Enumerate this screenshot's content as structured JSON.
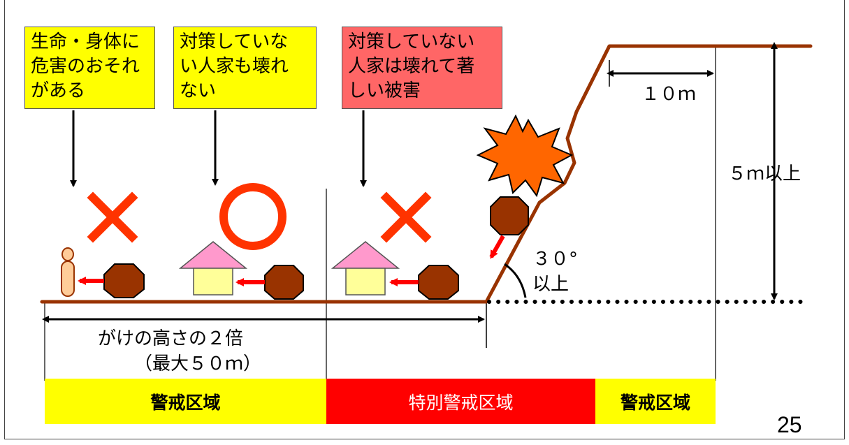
{
  "notes": {
    "person": "生命・身体に\n危害のおそれ\nがある",
    "house_ok": "対策していな\nい人家も壊れ\nない",
    "house_damaged": "対策していない\n人家は壊れて著\nしい被害"
  },
  "labels": {
    "width_10m": "１０ｍ",
    "height": "５ｍ以上",
    "angle": "３０°",
    "angle_suffix": "以上",
    "distance_line1": "がけの高さの２倍",
    "distance_line2": "（最大５０ｍ）"
  },
  "zones": {
    "warning_left": "警戒区域",
    "special": "特別警戒区域",
    "warning_right": "警戒区域"
  },
  "page_number": "25",
  "colors": {
    "ground": "#993300",
    "rock": "#993300",
    "cross": "#ff3300",
    "circle": "#ff3300",
    "house_roof": "#ff99cc",
    "house_body": "#ffff99",
    "zone_yellow": "#ffff00",
    "zone_red": "#ff0000",
    "burst": "#ff6600"
  },
  "icons": [
    "cross-icon",
    "circle-icon",
    "rock-icon",
    "house-icon",
    "person-icon",
    "impact-burst-icon"
  ]
}
